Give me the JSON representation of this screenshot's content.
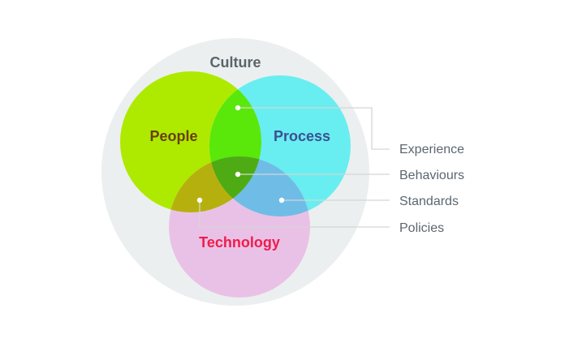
{
  "diagram": {
    "container": {
      "label": "Culture",
      "color": "#ecefef",
      "label_color": "#5a656b"
    },
    "sets": [
      {
        "key": "people",
        "label": "People",
        "fill": "#aeea00",
        "label_color": "#6a3d12"
      },
      {
        "key": "process",
        "label": "Process",
        "fill": "#68eef0",
        "label_color": "#3d4f93"
      },
      {
        "key": "technology",
        "label": "Technology",
        "fill": "#eac1e6",
        "label_color": "#ee1d4d"
      }
    ],
    "intersections": [
      {
        "key": "people-process",
        "fill": "#5ae70a"
      },
      {
        "key": "people-technology",
        "fill": "#b6b00e"
      },
      {
        "key": "process-technology",
        "fill": "#6fbde6"
      },
      {
        "key": "all-three",
        "fill": "#4eab13"
      }
    ],
    "callouts": [
      {
        "key": "experience",
        "label": "Experience"
      },
      {
        "key": "behaviours",
        "label": "Behaviours"
      },
      {
        "key": "standards",
        "label": "Standards"
      },
      {
        "key": "policies",
        "label": "Policies"
      }
    ],
    "colors": {
      "leader_line": "#d3d6d8",
      "dot": "#ffffff",
      "callout_text": "#5c6670"
    }
  }
}
